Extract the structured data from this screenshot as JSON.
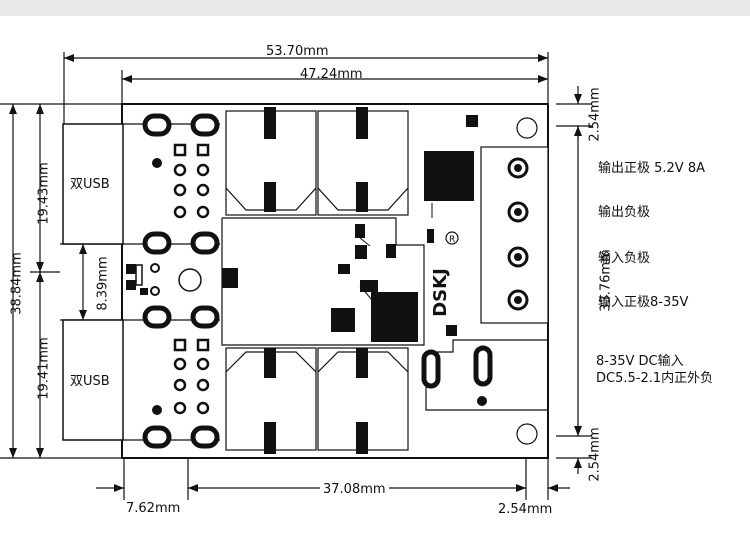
{
  "dimensions": {
    "total_width": "53.70mm",
    "board_width": "47.24mm",
    "total_height": "38.84mm",
    "usb_upper_height": "19.43mm",
    "usb_lower_height": "19.41mm",
    "usb_gap": "8.39mm",
    "terminal_height": "33.76mm",
    "top_margin": "2.54mm",
    "bottom_margin": "2.54mm",
    "bottom_left_offset": "7.62mm",
    "bottom_span": "37.08mm",
    "bottom_right_offset": "2.54mm"
  },
  "usb_ports": {
    "upper": "双USB",
    "lower": "双USB"
  },
  "terminals": [
    {
      "label": "输出正极 5.2V 8A"
    },
    {
      "label": "输出负极"
    },
    {
      "label": "输入负极"
    },
    {
      "label": "输入正极8-35V"
    }
  ],
  "dc_input": {
    "line1": "8-35V DC输入",
    "line2": "DC5.5-2.1内正外负"
  },
  "brand": "DSKJ",
  "colors": {
    "ink": "#111111",
    "board": "#ffffff",
    "background": "#ffffff"
  }
}
